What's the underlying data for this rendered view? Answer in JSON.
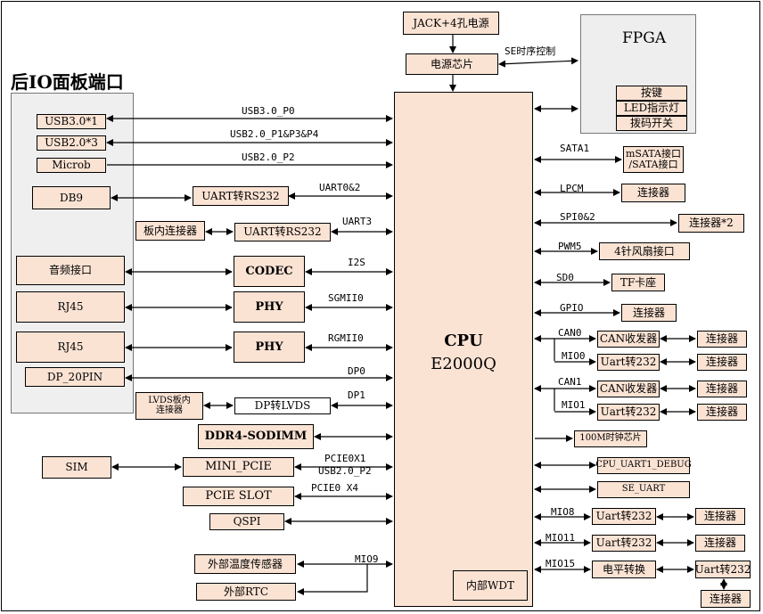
{
  "power": {
    "jack": "JACK+4孔电源",
    "chip": "电源芯片",
    "seq_label": "SE时序控制"
  },
  "fpga": {
    "title": "FPGA",
    "items": [
      "按键",
      "LED指示灯",
      "拨码开关"
    ]
  },
  "panel_title": "后IO面板端口",
  "left_ports": {
    "usb30": "USB3.0*1",
    "usb20": "USB2.0*3",
    "microb": "Microb",
    "db9": "DB9",
    "board_conn": "板内连接器",
    "audio": "音频接口",
    "rj45_1": "RJ45",
    "rj45_2": "RJ45",
    "dp20": "DP_20PIN",
    "lvds_conn": "LVDS板内\n连接器",
    "sim": "SIM",
    "temp": "外部温度传感器",
    "rtc": "外部RTC"
  },
  "mid_boxes": {
    "uart_rs232_1": "UART转RS232",
    "uart_rs232_2": "UART转RS232",
    "codec": "CODEC",
    "phy1": "PHY",
    "phy2": "PHY",
    "dp_lvds": "DP转LVDS",
    "ddr4": "DDR4-SODIMM",
    "mini_pcie": "MINI_PCIE",
    "pcie_slot": "PCIE SLOT",
    "qspi": "QSPI"
  },
  "left_labels": {
    "usb30_p0": "USB3.0_P0",
    "usb20_p1": "USB2.0_P1&P3&P4",
    "usb20_p2": "USB2.0_P2",
    "uart02": "UART0&2",
    "uart3": "UART3",
    "i2s": "I2S",
    "sgmii0": "SGMII0",
    "rgmii0": "RGMII0",
    "dp0": "DP0",
    "dp1": "DP1",
    "pciex1": "PCIE0X1",
    "usb20_p2b": "USB2.0_P2",
    "pcie0x4": "PCIE0 X4",
    "mio9": "MIO9"
  },
  "cpu": {
    "line1": "CPU",
    "line2": "E2000Q",
    "wdt": "内部WDT"
  },
  "right_labels": {
    "sata1": "SATA1",
    "lpcm": "LPCM",
    "spi02": "SPI0&2",
    "pwm5": "PWM5",
    "sd0": "SD0",
    "gpio": "GPIO",
    "can0": "CAN0",
    "mio0": "MIO0",
    "can1": "CAN1",
    "mio1": "MIO1",
    "mio8": "MIO8",
    "mio11": "MIO11",
    "mio15": "MIO15"
  },
  "right_boxes": {
    "msata": "mSATA接口\n/SATA接口",
    "lpcm_conn": "连接器",
    "spi_conn": "连接器*2",
    "fan": "4针风扇接口",
    "tf": "TF卡座",
    "gpio_conn": "连接器",
    "can0_tx": "CAN收发器",
    "can0_conn": "连接器",
    "uart0": "Uart转232",
    "uart0_conn": "连接器",
    "can1_tx": "CAN收发器",
    "can1_conn": "连接器",
    "uart1": "Uart转232",
    "uart1_conn": "连接器",
    "clock": "100M时钟芯片",
    "debug": "CPU_UART1_DEBUG",
    "se_uart": "SE_UART",
    "mio8_uart": "Uart转232",
    "mio8_conn": "连接器",
    "mio11_uart": "Uart转232",
    "mio11_conn": "连接器",
    "level": "电平转换",
    "mio15_uart": "Uart转232",
    "mio15_conn": "连接器"
  }
}
